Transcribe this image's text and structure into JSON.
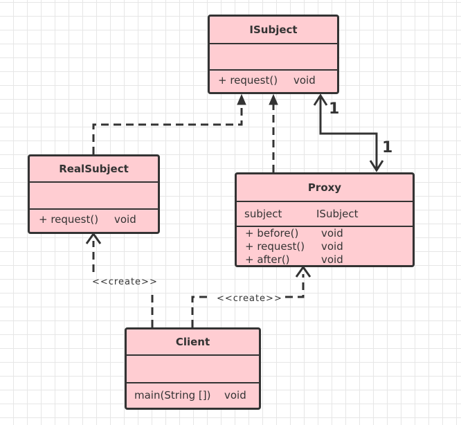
{
  "classes": {
    "isubject": {
      "name": "ISubject",
      "attributes": [],
      "methods": [
        {
          "name": "+ request()",
          "type": "void"
        }
      ]
    },
    "realsubject": {
      "name": "RealSubject",
      "attributes": [],
      "methods": [
        {
          "name": "+ request()",
          "type": "void"
        }
      ]
    },
    "proxy": {
      "name": "Proxy",
      "attributes": [
        {
          "name": "subject",
          "type": "ISubject"
        }
      ],
      "methods": [
        {
          "name": "+ before()",
          "type": "void"
        },
        {
          "name": "+ request()",
          "type": "void"
        },
        {
          "name": "+ after()",
          "type": "void"
        }
      ]
    },
    "client": {
      "name": "Client",
      "attributes": [],
      "methods": [
        {
          "name": "main(String [])",
          "type": "void"
        }
      ]
    }
  },
  "relations": {
    "realsubject_implements": {
      "type": "realization",
      "from": "RealSubject",
      "to": "ISubject"
    },
    "proxy_implements": {
      "type": "realization",
      "from": "Proxy",
      "to": "ISubject"
    },
    "proxy_association": {
      "type": "association",
      "from": "ISubject",
      "to": "Proxy",
      "multiplicity_source": "1",
      "multiplicity_target": "1"
    },
    "client_creates_realsubject": {
      "type": "dependency",
      "from": "Client",
      "to": "RealSubject",
      "label": "<<create>>"
    },
    "client_creates_proxy": {
      "type": "dependency",
      "from": "Client",
      "to": "Proxy",
      "label": "<<create>>"
    }
  },
  "colors": {
    "class_fill": "#ffcdd2",
    "stroke": "#333333",
    "grid": "#e6e6e6",
    "background": "#ffffff"
  }
}
